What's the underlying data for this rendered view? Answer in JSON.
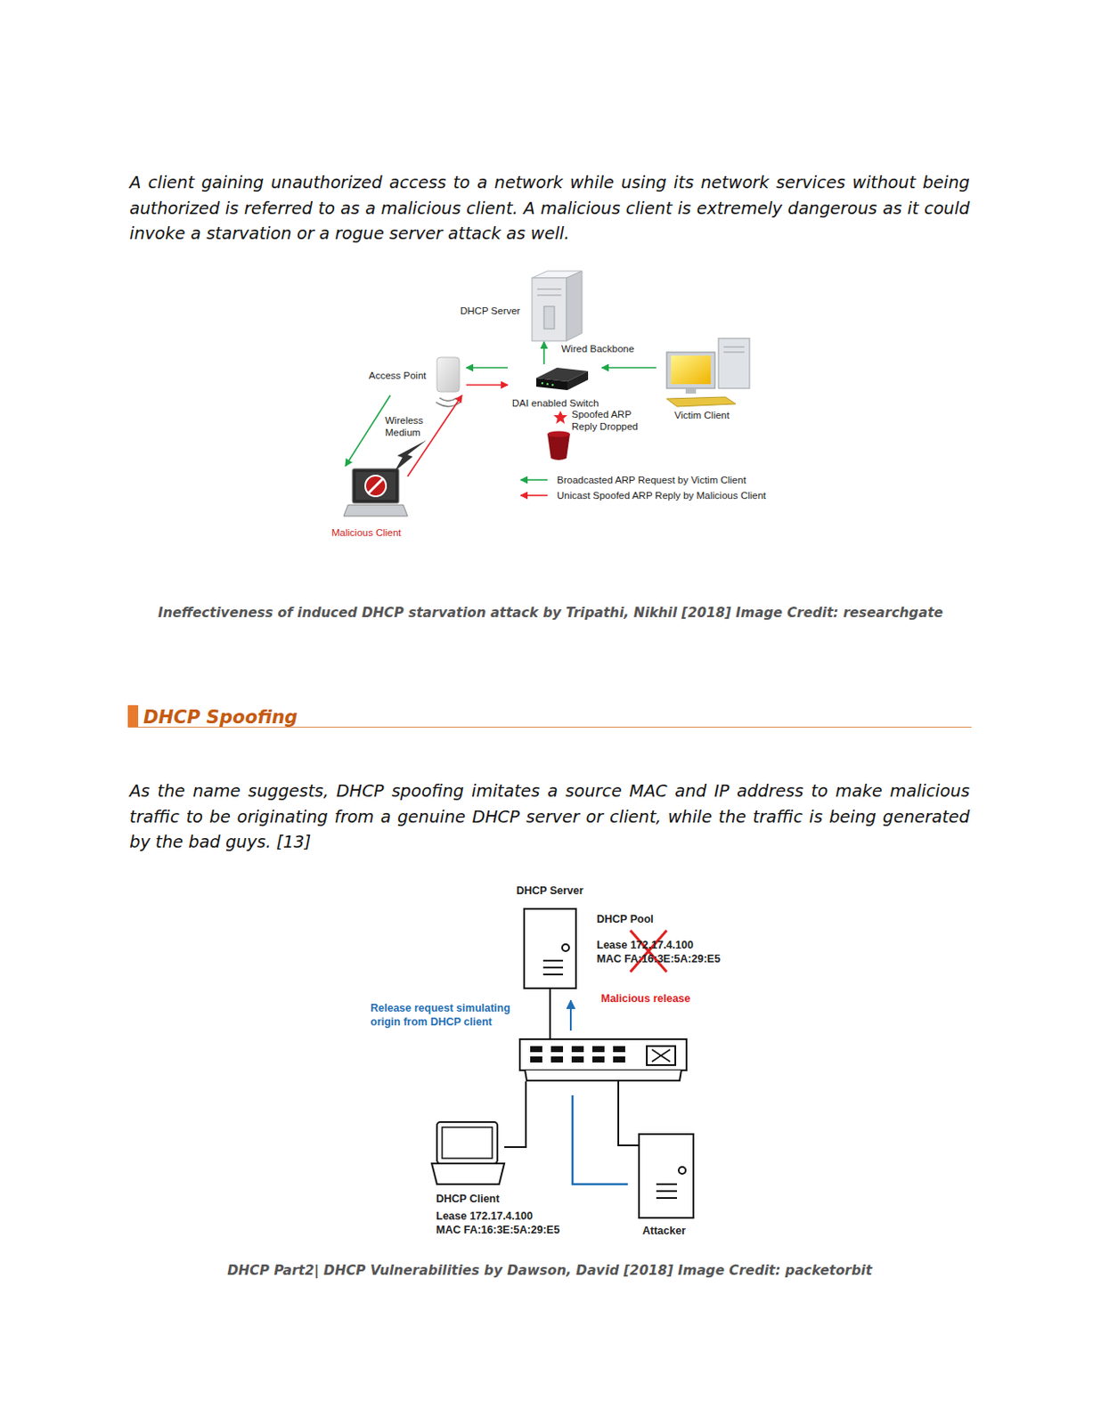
{
  "diagram": {
    "title": "DHCP Spoofing",
    "nodes": [
      {
        "text": [
          "DHCP Server"
        ]
      },
      {
        "text": [
          "Access Point"
        ]
      },
      {
        "text": [
          "DAI enabled Switch"
        ]
      },
      {
        "text": [
          "Victim Client"
        ]
      },
      {
        "text": [
          "Malicious Client"
        ]
      },
      {
        "text": [
          "DHCP Server"
        ]
      },
      {
        "text": [
          "DHCP Client",
          "Lease 172.17.4.100",
          "MAC FA:16:3E:5A:29:E5"
        ]
      },
      {
        "text": [
          "Attacker"
        ]
      }
    ],
    "edges": [
      {
        "from": 3,
        "to": 2,
        "arrow": "to"
      },
      {
        "from": 2,
        "to": 0,
        "arrow": "to"
      },
      {
        "from": 2,
        "to": 1,
        "arrow": "to"
      },
      {
        "from": 1,
        "to": 4,
        "arrow": "to"
      },
      {
        "from": 4,
        "to": 1,
        "arrow": "to"
      },
      {
        "from": 1,
        "to": 2,
        "arrow": "to"
      }
    ],
    "labels": [
      "A client gaining unauthorized access to a network while using its network services without being authorized is referred to as a malicious client. A malicious client is extremely dangerous as it could invoke a starvation or a rogue server attack as well.",
      "Wired Backbone",
      "Wireless Medium",
      "Spoofed ARP Reply Dropped",
      "Ineffectiveness of induced DHCP starvation attack by Tripathi, Nikhil [2018] Image Credit: researchgate",
      "As the name suggests, DHCP spoofing imitates a source MAC and IP address to make malicious traffic to be originating from a genuine DHCP server or client, while the traffic is being generated by the bad guys. [13]",
      "DHCP Pool",
      "Lease 172.17.4.100",
      "MAC FA:16:3E:5A:29:E5",
      "Malicious release",
      "Release request simulating origin from DHCP client",
      "DHCP Part2| DHCP Vulnerabilities by Dawson, David [2018] Image Credit: packetorbit"
    ],
    "legend": [
      {
        "text": "Broadcasted ARP Request by Victim Client"
      },
      {
        "text": "Unicast Spoofed ARP Reply by Malicious Client"
      }
    ]
  }
}
